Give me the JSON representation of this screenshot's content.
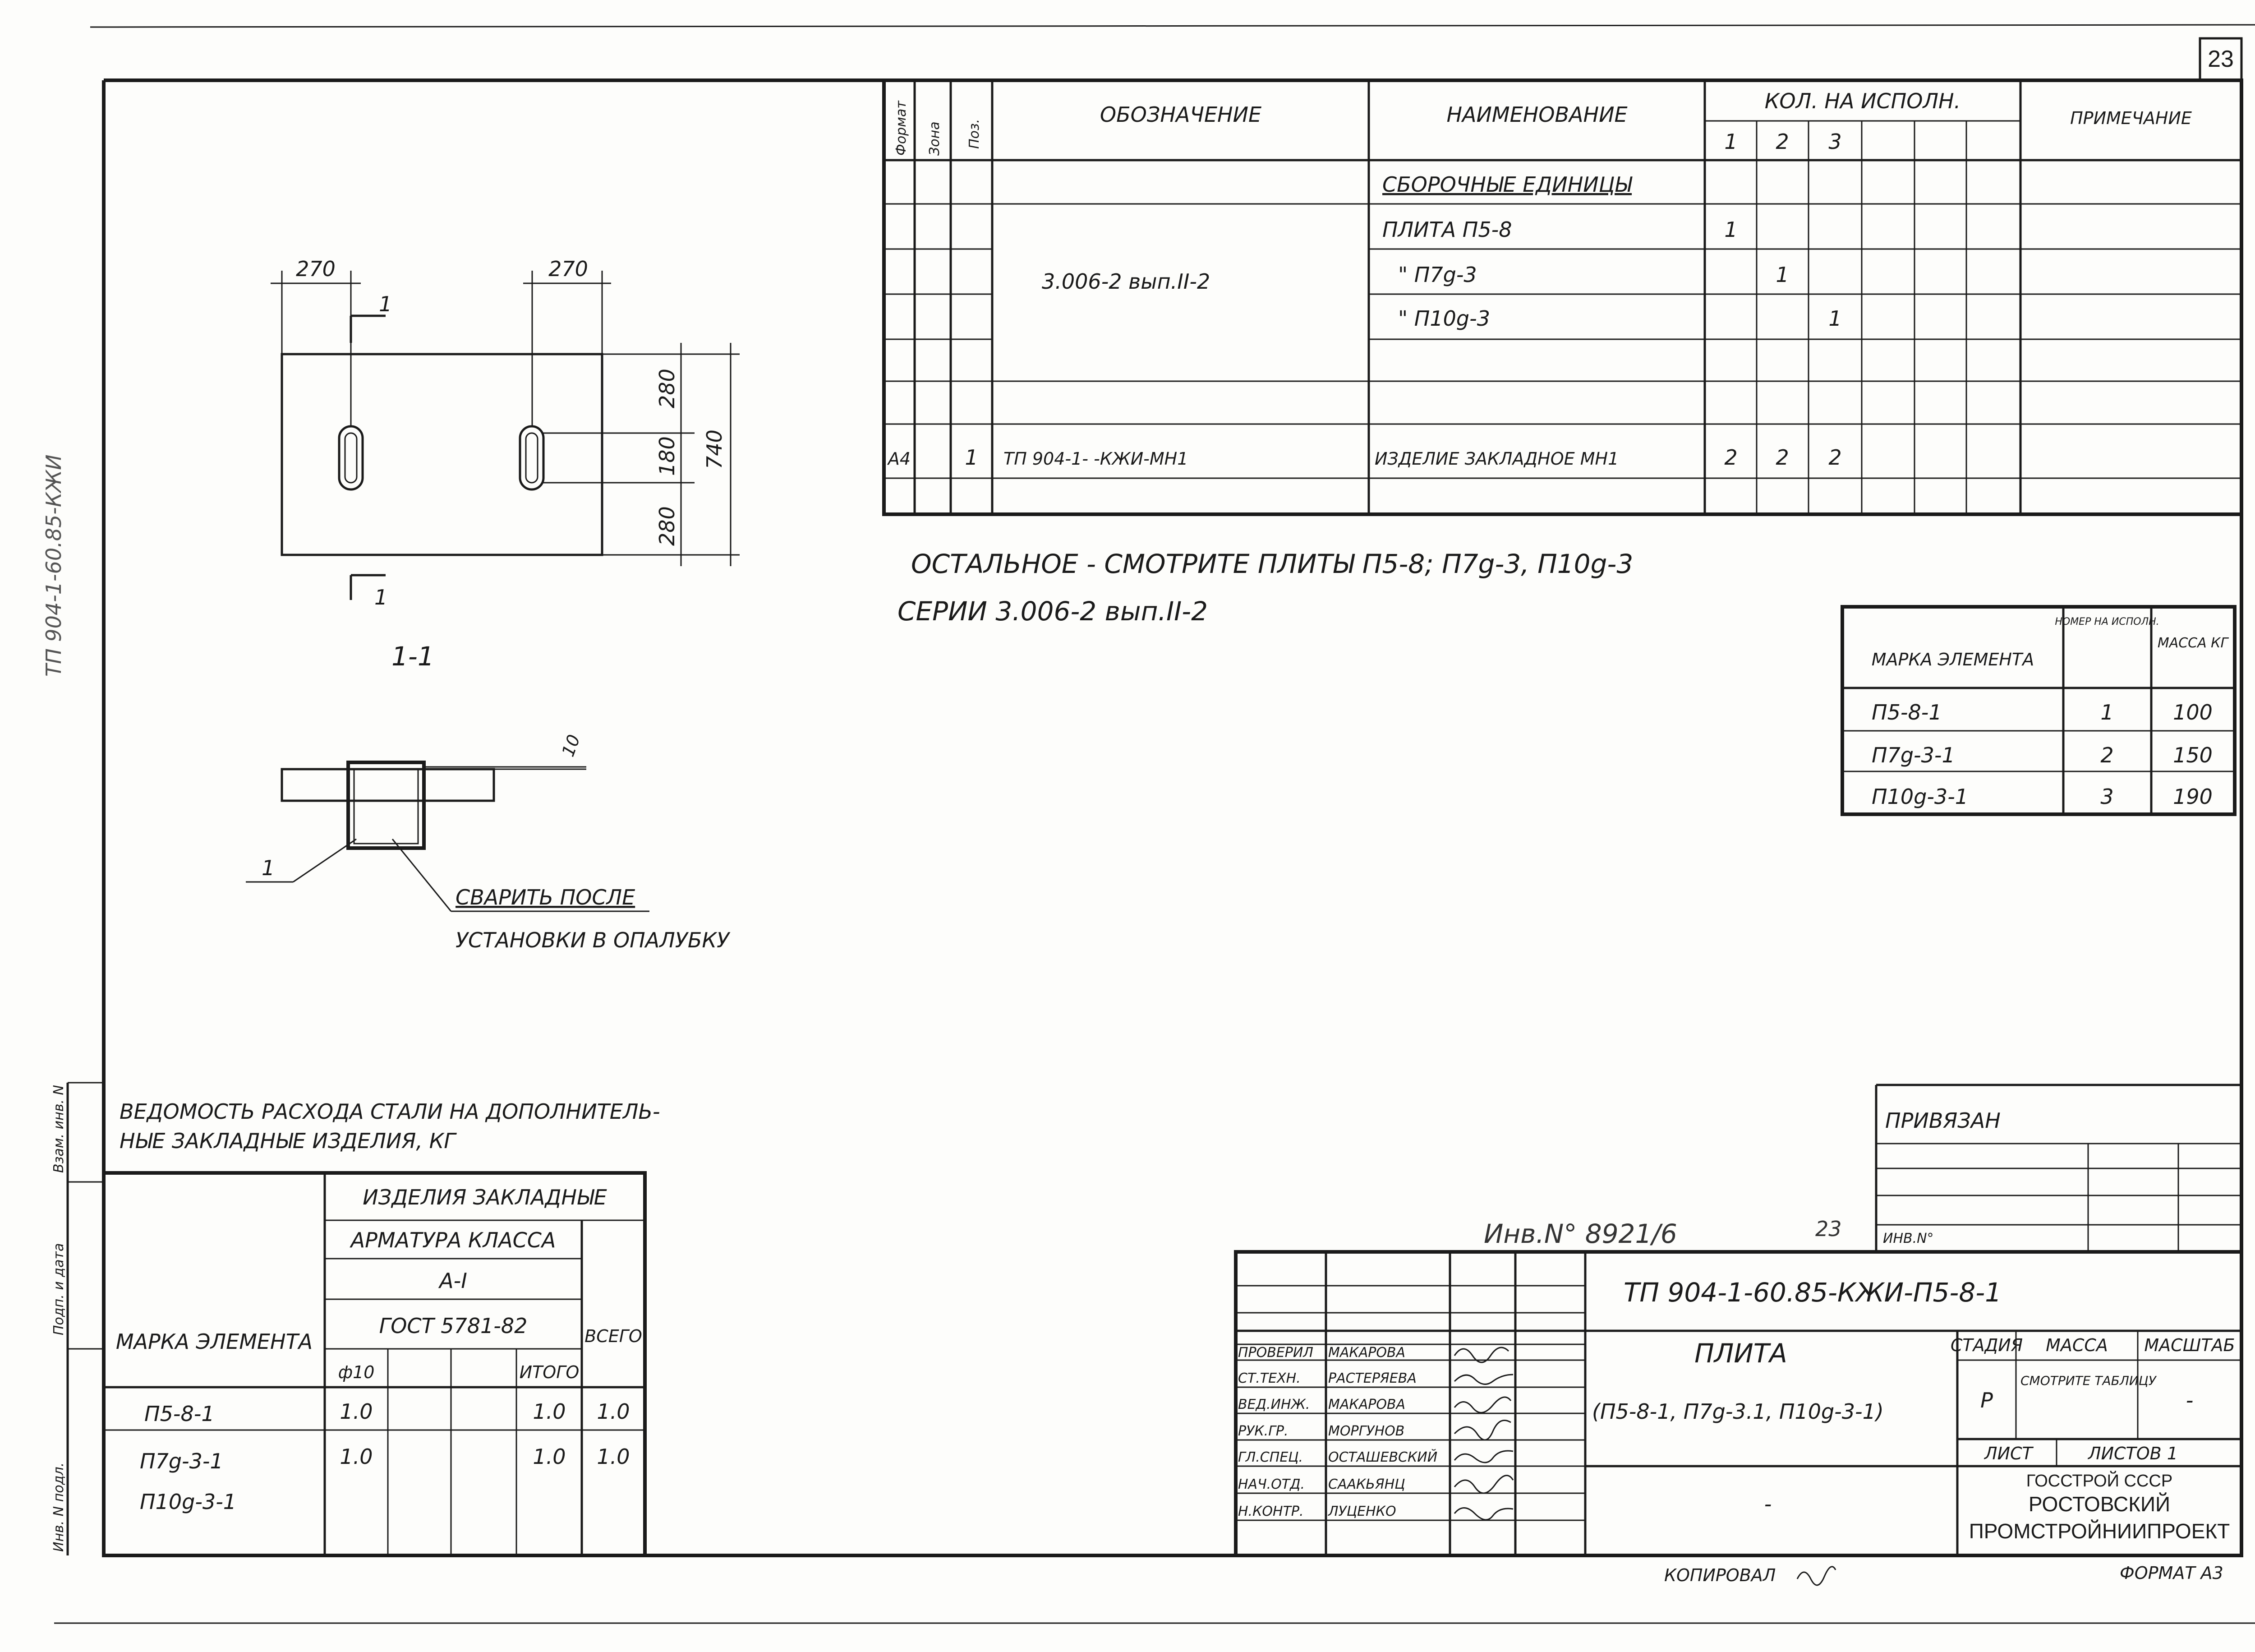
{
  "sheet": {
    "page_number": "23",
    "left_margin_labels": [
      "Инв. N подл.",
      "Подп. и дата",
      "Взам. инв. N"
    ],
    "left_margin_doc": "ТП 904-1-60.85-КЖИ"
  },
  "spec_table": {
    "headers": {
      "format": "Формат",
      "zone": "Зона",
      "pos": "Поз.",
      "designation": "ОБОЗНАЧЕНИЕ",
      "name": "НАИМЕНОВАНИЕ",
      "qty": "КОЛ. НА ИСПОЛН.",
      "qty_cols": [
        "1",
        "2",
        "3"
      ],
      "note": "ПРИМЕЧАНИЕ"
    },
    "section_title": "СБОРОЧНЫЕ ЕДИНИЦЫ",
    "assembly_designation": "3.006-2 вып.II-2",
    "rows": [
      {
        "name": "ПЛИТА   П5-8",
        "q1": "1",
        "q2": "",
        "q3": ""
      },
      {
        "name": "\"    П7g-3",
        "q1": "",
        "q2": "1",
        "q3": ""
      },
      {
        "name": "\"    П10g-3",
        "q1": "",
        "q2": "",
        "q3": "1"
      }
    ],
    "part_row": {
      "format": "А4",
      "pos": "1",
      "designation": "ТП 904-1-   -КЖИ-МН1",
      "name": "ИЗДЕЛИЕ ЗАКЛАДНОЕ МН1",
      "q1": "2",
      "q2": "2",
      "q3": "2"
    }
  },
  "note_text": {
    "line1": "ОСТАЛЬНОЕ - СМОТРИТЕ  ПЛИТЫ П5-8; П7g-3, П10g-3",
    "line2": "СЕРИИ 3.006-2  вып.II-2"
  },
  "mark_table": {
    "headers": {
      "mark": "МАРКА ЭЛЕМЕНТА",
      "variant": "НОМЕР НА ИСПОЛН.",
      "mass": "МАССА КГ"
    },
    "rows": [
      {
        "mark": "П5-8-1",
        "variant": "1",
        "mass": "100"
      },
      {
        "mark": "П7g-3-1",
        "variant": "2",
        "mass": "150"
      },
      {
        "mark": "П10g-3-1",
        "variant": "3",
        "mass": "190"
      }
    ]
  },
  "plan_view": {
    "dims": {
      "top_left": "270",
      "top_right": "270",
      "right_1": "280",
      "right_2": "180",
      "right_3": "280",
      "total": "740"
    },
    "section_mark": "1",
    "section_title": "1-1"
  },
  "section_view": {
    "weld_size": "10",
    "leader": "1",
    "weld_note_1": "СВАРИТЬ ПОСЛЕ",
    "weld_note_2": "УСТАНОВКИ В ОПАЛУБКУ"
  },
  "steel_table": {
    "title_1": "ВЕДОМОСТЬ РАСХОДА СТАЛИ НА ДОПОЛНИТЕЛЬ-",
    "title_2": "НЫЕ ЗАКЛАДНЫЕ  ИЗДЕЛИЯ, КГ",
    "headers": {
      "mark": "МАРКА ЭЛЕМЕНТА",
      "group": "ИЗДЕЛИЯ ЗАКЛАДНЫЕ",
      "subgroup": "АРМАТУРА КЛАССА",
      "class": "А-I",
      "gost": "ГОСТ 5781-82",
      "total": "ВСЕГО",
      "diam": "ф10",
      "itogo": "ИТОГО"
    },
    "rows": [
      {
        "mark": "П5-8-1",
        "diam": "1.0",
        "itogo": "1.0",
        "total": "1.0"
      },
      {
        "mark": "П7g-3-1",
        "mark2": "П10g-3-1",
        "diam": "1.0",
        "itogo": "1.0",
        "total": "1.0"
      }
    ]
  },
  "title_block": {
    "privyazan": "ПРИВЯЗАН",
    "inv_no_label": "ИНВ.N°",
    "inv_stamp": "Инв.N° 8921/6",
    "inv_num_23": "23",
    "doc_code": "ТП 904-1-60.85-КЖИ-П5-8-1",
    "item_name": "ПЛИТА",
    "item_marks": "(П5-8-1, П7g-3.1, П10g-3-1)",
    "stage_label": "СТАДИЯ",
    "mass_label": "МАССА",
    "scale_label": "МАСШТАБ",
    "stage": "Р",
    "mass": "СМОТРИТЕ ТАБЛИЦУ",
    "scale": "-",
    "sheet_label": "ЛИСТ",
    "sheets_label": "ЛИСТОВ 1",
    "dash": "-",
    "org_1": "ГОССТРОЙ СССР",
    "org_2": "РОСТОВСКИЙ",
    "org_3": "ПРОМСТРОЙНИИПРОЕКТ",
    "people": [
      {
        "role": "ПРОВЕРИЛ",
        "name": "МАКАРОВА"
      },
      {
        "role": "СТ.ТЕХН.",
        "name": "РАСТЕРЯЕВА"
      },
      {
        "role": "ВЕД.ИНЖ.",
        "name": "МАКАРОВА"
      },
      {
        "role": "РУК.ГР.",
        "name": "МОРГУНОВ"
      },
      {
        "role": "ГЛ.СПЕЦ.",
        "name": "ОСТАШЕВСКИЙ"
      },
      {
        "role": "НАЧ.ОТД.",
        "name": "СААКЬЯНЦ"
      },
      {
        "role": "Н.КОНТР.",
        "name": "ЛУЦЕНКО"
      }
    ]
  },
  "footer": {
    "copied": "КОПИРОВАЛ",
    "format": "ФОРМАТ А3"
  }
}
